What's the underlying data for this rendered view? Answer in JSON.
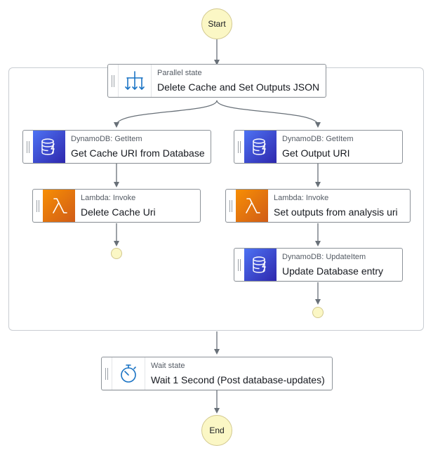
{
  "start": {
    "label": "Start"
  },
  "end": {
    "label": "End"
  },
  "parallel": {
    "type": "Parallel state",
    "name": "Delete Cache and Set Outputs JSON"
  },
  "branch_left": {
    "step1": {
      "type": "DynamoDB: GetItem",
      "name": "Get Cache URI from Database"
    },
    "step2": {
      "type": "Lambda: Invoke",
      "name": "Delete Cache Uri"
    }
  },
  "branch_right": {
    "step1": {
      "type": "DynamoDB: GetItem",
      "name": "Get Output URI"
    },
    "step2": {
      "type": "Lambda: Invoke",
      "name": "Set outputs from analysis uri"
    },
    "step3": {
      "type": "DynamoDB: UpdateItem",
      "name": "Update Database entry"
    }
  },
  "wait": {
    "type": "Wait state",
    "name": "Wait 1 Second (Post database-updates)"
  },
  "colors": {
    "terminal_fill": "#fbf7c5",
    "dynamodb_icon": "#3b48cc",
    "lambda_icon": "#e7701a",
    "flow_icon": "#1a73c4",
    "connector": "#687078"
  },
  "icons": {
    "dynamodb": "dynamodb-icon",
    "lambda": "lambda-icon",
    "parallel": "parallel-icon",
    "wait": "stopwatch-icon"
  }
}
